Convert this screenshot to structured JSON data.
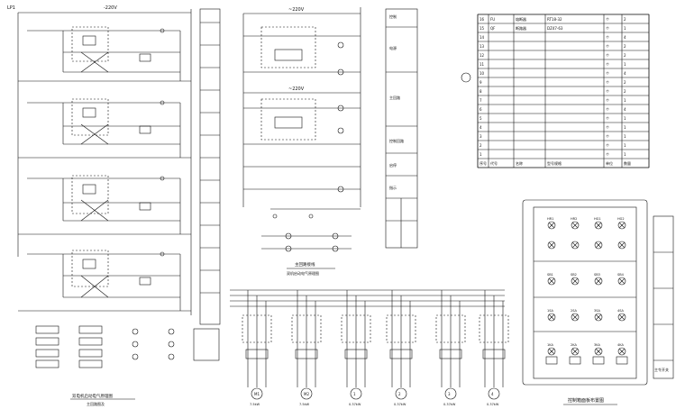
{
  "top_left_label": "LP1",
  "left_voltage": "-220V",
  "mid_voltage_top": "~220V",
  "mid_voltage_mid": "~220V",
  "left_caption_1": "双电机启动电气原理图",
  "left_caption_2": "主回路图及",
  "mid_caption_1": "主回路接线",
  "mid_caption_2": "双机启动电气原理图",
  "bottom_right_caption": "控制箱面板布置图",
  "panel_side_label": "主令开关",
  "motor_labels": [
    "M1",
    "M2",
    "1",
    "2",
    "3",
    "4"
  ],
  "motor_power": [
    "7.5kW",
    "7.5kW",
    "0.37kW",
    "0.37kW",
    "0.37kW",
    "0.37kW"
  ],
  "panel_lamp_labels": [
    "HR1",
    "HR2",
    "HG1",
    "HG2",
    "SB1",
    "SB2",
    "SB3",
    "SB4",
    "1SA",
    "2SA",
    "3SA",
    "4SA",
    "1KA",
    "2KA",
    "3KA",
    "4KA"
  ],
  "bom_headers": [
    "序号",
    "代号",
    "名称",
    "型号规格",
    "单位",
    "数量"
  ],
  "bom_rows": [
    [
      "16",
      "FU",
      "熔断器",
      "RT18-32",
      "个",
      "2"
    ],
    [
      "15",
      "QF",
      "断路器",
      "DZ47-63",
      "个",
      "1"
    ],
    [
      "14",
      "",
      "",
      "",
      "个",
      "4"
    ],
    [
      "13",
      "",
      "",
      "",
      "个",
      "2"
    ],
    [
      "12",
      "",
      "",
      "",
      "个",
      "2"
    ],
    [
      "11",
      "",
      "",
      "",
      "个",
      "1"
    ],
    [
      "10",
      "",
      "",
      "",
      "个",
      "4"
    ],
    [
      "9",
      "",
      "",
      "",
      "个",
      "2"
    ],
    [
      "8",
      "",
      "",
      "",
      "个",
      "2"
    ],
    [
      "7",
      "",
      "",
      "",
      "个",
      "1"
    ],
    [
      "6",
      "",
      "",
      "",
      "个",
      "4"
    ],
    [
      "5",
      "",
      "",
      "",
      "个",
      "1"
    ],
    [
      "4",
      "",
      "",
      "",
      "个",
      "1"
    ],
    [
      "3",
      "",
      "",
      "",
      "个",
      "1"
    ],
    [
      "2",
      "",
      "",
      "",
      "个",
      "1"
    ],
    [
      "1",
      "",
      "",
      "",
      "个",
      "1"
    ]
  ],
  "mid_title_block": [
    "控制",
    "电源",
    "主回路",
    "控制回路",
    "启停",
    "指示"
  ]
}
